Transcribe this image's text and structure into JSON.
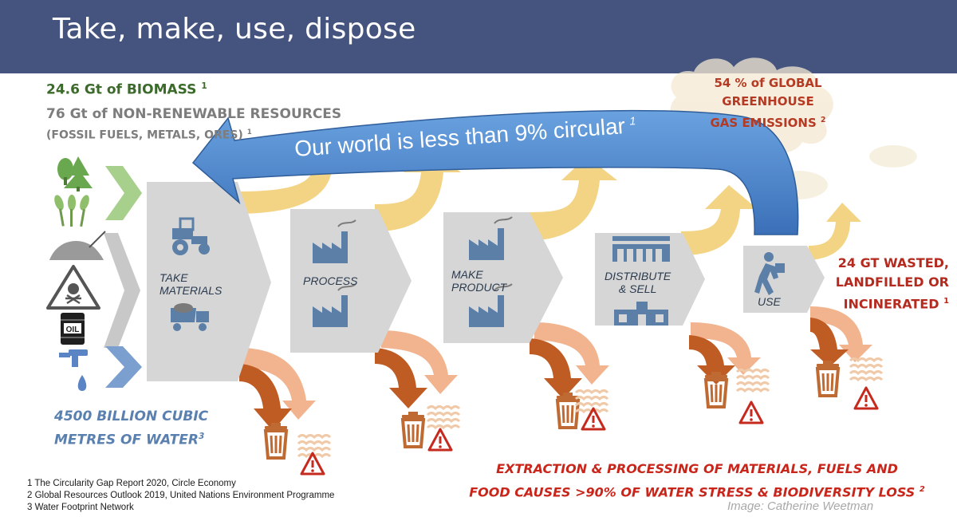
{
  "title": "Take, make, use, dispose",
  "inputs": {
    "biomass": "24.6 Gt of BIOMASS",
    "biomass_ref": "1",
    "nonrenewable": "76 Gt of NON-RENEWABLE RESOURCES",
    "fossil": "(FOSSIL FUELS, METALS, ORES)",
    "fossil_ref": "1",
    "water_line1": "4500 BILLION CUBIC",
    "water_line2": "METRES OF WATER",
    "water_ref": "3"
  },
  "circular_banner": {
    "text": "Our world is less than 9% circular",
    "ref": "1"
  },
  "stages": [
    {
      "line1": "TAKE",
      "line2": "MATERIALS"
    },
    {
      "line1": "PROCESS",
      "line2": ""
    },
    {
      "line1": "MAKE",
      "line2": "PRODUCT"
    },
    {
      "line1": "DISTRIBUTE",
      "line2": "& SELL"
    },
    {
      "line1": "USE",
      "line2": ""
    }
  ],
  "emissions": {
    "line1": "54 % of GLOBAL",
    "line2": "GREENHOUSE",
    "line3": "GAS EMISSIONS",
    "ref": "2"
  },
  "waste": {
    "line1": "24 GT WASTED,",
    "line2": "LANDFILLED OR",
    "line3": "INCINERATED",
    "ref": "1"
  },
  "impact": {
    "line1": "EXTRACTION & PROCESSING OF MATERIALS, FUELS AND",
    "line2": "FOOD CAUSES >90% OF WATER STRESS & BIODIVERSITY LOSS",
    "ref": "2"
  },
  "references": [
    "1 The Circularity Gap Report 2020, Circle Economy",
    "2 Global Resources Outlook 2019, United Nations Environment Programme",
    "3 Water Footprint Network"
  ],
  "credit": "Image: Catherine Weetman",
  "icon_labels": {
    "oil": "OIL"
  },
  "colors": {
    "title_bar": "#44547f",
    "stage_fill": "#d6d6d6",
    "emission_arrow": "#f2d484",
    "waste_dark": "#bf5c24",
    "waste_light": "#f1b48f",
    "bin": "#c06a33",
    "warning": "#c62a1f",
    "banner": "#4e86cf"
  }
}
